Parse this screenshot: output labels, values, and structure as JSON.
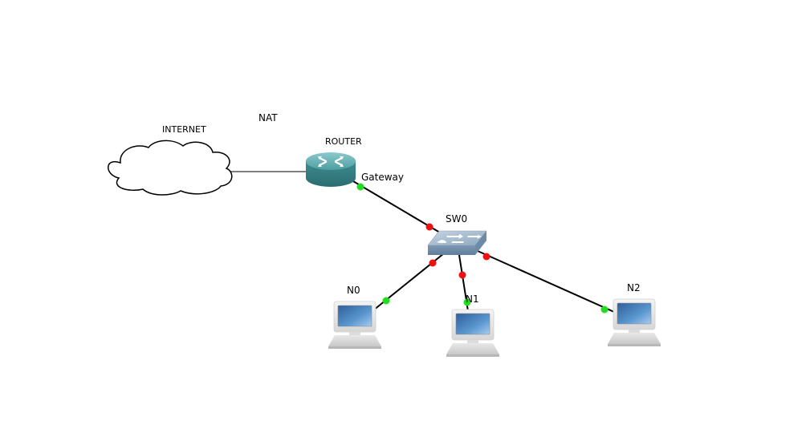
{
  "diagram": {
    "title_annotation": "NAT",
    "nodes": [
      {
        "id": "internet",
        "label": "INTERNET",
        "type": "cloud"
      },
      {
        "id": "router",
        "label": "ROUTER",
        "type": "router",
        "port_label": "Gateway"
      },
      {
        "id": "sw0",
        "label": "SW0",
        "type": "switch"
      },
      {
        "id": "n0",
        "label": "N0",
        "type": "host"
      },
      {
        "id": "n1",
        "label": "N1",
        "type": "host"
      },
      {
        "id": "n2",
        "label": "N2",
        "type": "host"
      }
    ],
    "links": [
      {
        "from": "internet",
        "to": "router",
        "status_from": "none",
        "status_to": "none"
      },
      {
        "from": "router",
        "to": "sw0",
        "status_from": "up",
        "status_to": "down"
      },
      {
        "from": "sw0",
        "to": "n0",
        "status_from": "down",
        "status_to": "up"
      },
      {
        "from": "sw0",
        "to": "n1",
        "status_from": "down",
        "status_to": "up"
      },
      {
        "from": "sw0",
        "to": "n2",
        "status_from": "down",
        "status_to": "up"
      }
    ],
    "colors": {
      "link_up": "#22dd22",
      "link_down": "#ee1111",
      "router": "#3f8f92",
      "switch": "#7f9bb5",
      "screen": "#3a78b8"
    }
  }
}
